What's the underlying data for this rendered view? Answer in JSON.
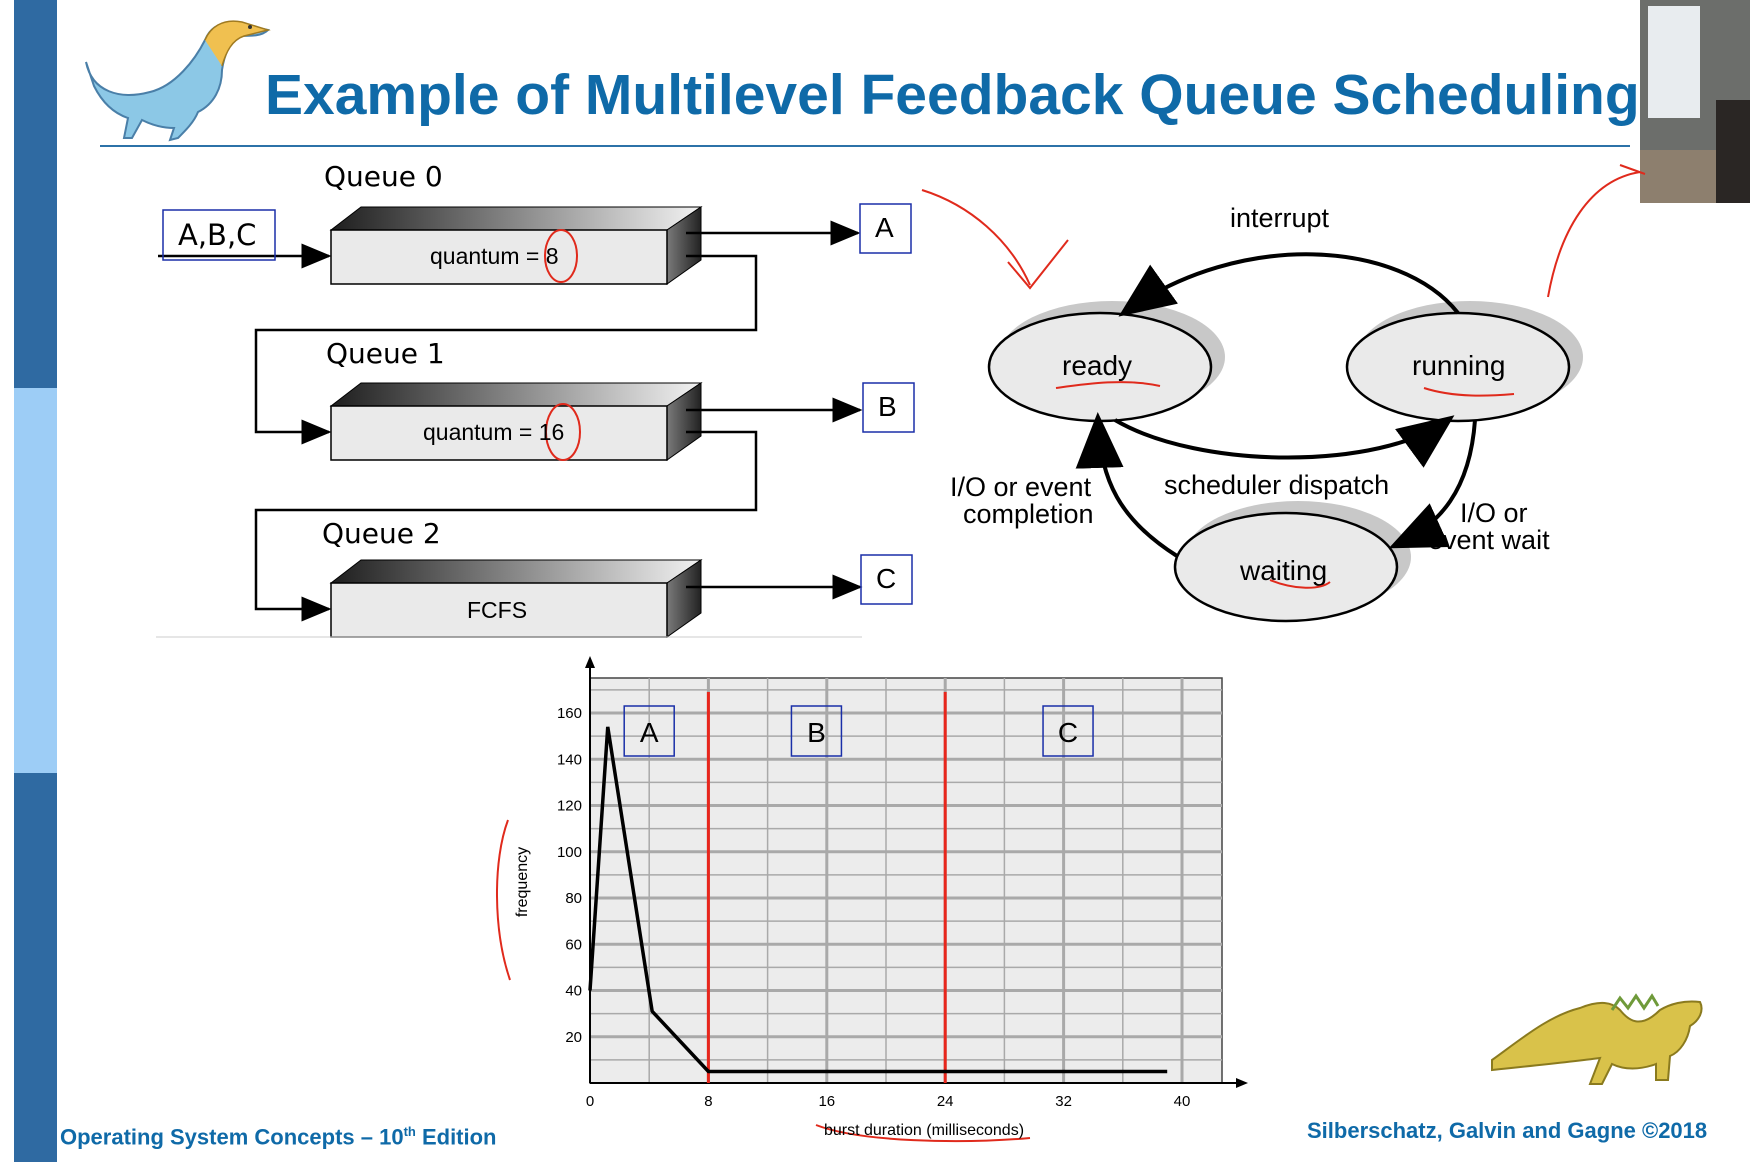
{
  "slide": {
    "title": "Example of Multilevel Feedback Queue Scheduling",
    "footer_left": "Operating System Concepts – 10",
    "footer_left_sup": "th",
    "footer_left_suffix": " Edition",
    "footer_right": "Silberschatz, Galvin and Gagne ©2018"
  },
  "queues": {
    "input": "A,B,C",
    "items": [
      {
        "name": "Queue 0",
        "label": "quantum = 8",
        "output": "A"
      },
      {
        "name": "Queue 1",
        "label": "quantum = 16",
        "output": "B"
      },
      {
        "name": "Queue 2",
        "label": "FCFS",
        "output": "C"
      }
    ]
  },
  "state_diagram": {
    "states": [
      "ready",
      "running",
      "waiting"
    ],
    "edges": {
      "interrupt": "interrupt",
      "dispatch": "scheduler dispatch",
      "io_complete_1": "I/O or event",
      "io_complete_2": "completion",
      "io_wait_1": "I/O or",
      "io_wait_2": "event wait"
    }
  },
  "chart_data": {
    "type": "line",
    "xlabel": "burst duration (milliseconds)",
    "ylabel": "frequency",
    "xlim": [
      0,
      40
    ],
    "ylim": [
      0,
      160
    ],
    "xticks": [
      0,
      8,
      16,
      24,
      32,
      40
    ],
    "yticks": [
      20,
      40,
      60,
      80,
      100,
      120,
      140,
      160
    ],
    "grid": true,
    "series": [
      {
        "x": [
          0,
          1.2,
          4.2,
          8,
          39
        ],
        "y": [
          40,
          154,
          31,
          5,
          5
        ]
      }
    ],
    "dividers": [
      8,
      24
    ],
    "region_labels": [
      {
        "label": "A",
        "x": 4
      },
      {
        "label": "B",
        "x": 15.3
      },
      {
        "label": "C",
        "x": 32.3
      }
    ],
    "colors": {
      "divider": "#e8261c",
      "plot_bg": "#ececec",
      "grid": "#a9a9a9"
    }
  },
  "colors": {
    "accent": "#0f6aa8",
    "annotation_red": "#e02a1c",
    "annotation_blue": "#1a2fa8"
  }
}
